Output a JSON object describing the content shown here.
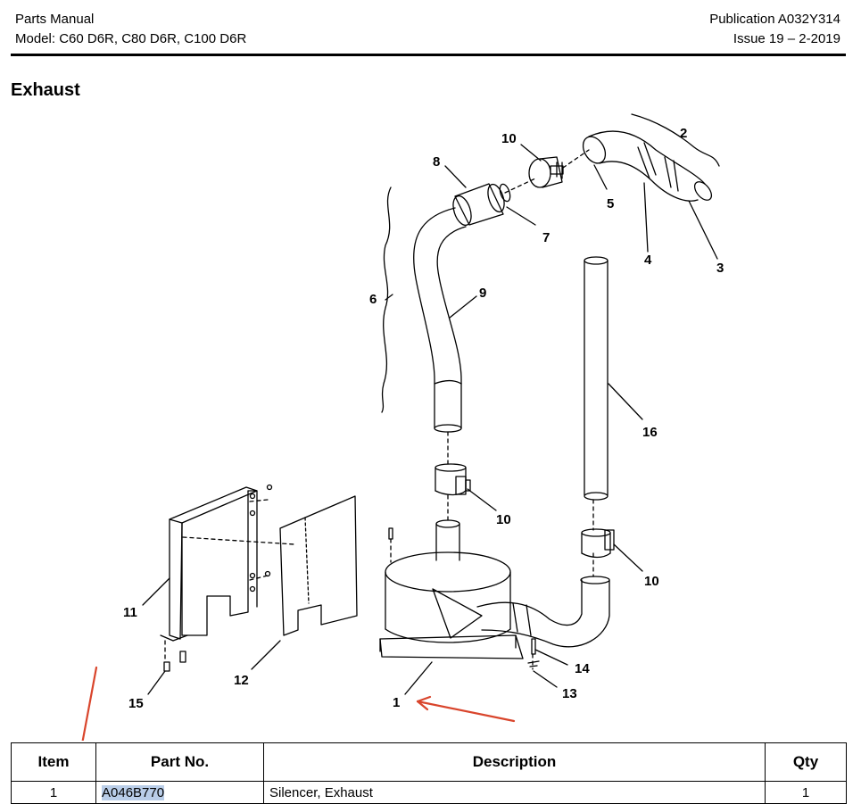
{
  "header": {
    "title": "Parts Manual",
    "model": "Model: C60 D6R, C80 D6R, C100 D6R",
    "publication": "Publication A032Y314",
    "issue": "Issue 19 – 2-2019"
  },
  "section_title": "Exhaust",
  "callouts": {
    "c1": "1",
    "c2": "2",
    "c3": "3",
    "c4": "4",
    "c5": "5",
    "c6": "6",
    "c7": "7",
    "c8": "8",
    "c9": "9",
    "c10a": "10",
    "c10b": "10",
    "c10c": "10",
    "c11": "11",
    "c12": "12",
    "c13": "13",
    "c14": "14",
    "c15": "15",
    "c16": "16"
  },
  "annotation_color": "#d9452c",
  "table": {
    "headers": {
      "item": "Item",
      "part": "Part No.",
      "desc": "Description",
      "qty": "Qty"
    },
    "rows": [
      {
        "item": "1",
        "part": "A046B770",
        "desc": "Silencer, Exhaust",
        "qty": "1"
      }
    ]
  }
}
